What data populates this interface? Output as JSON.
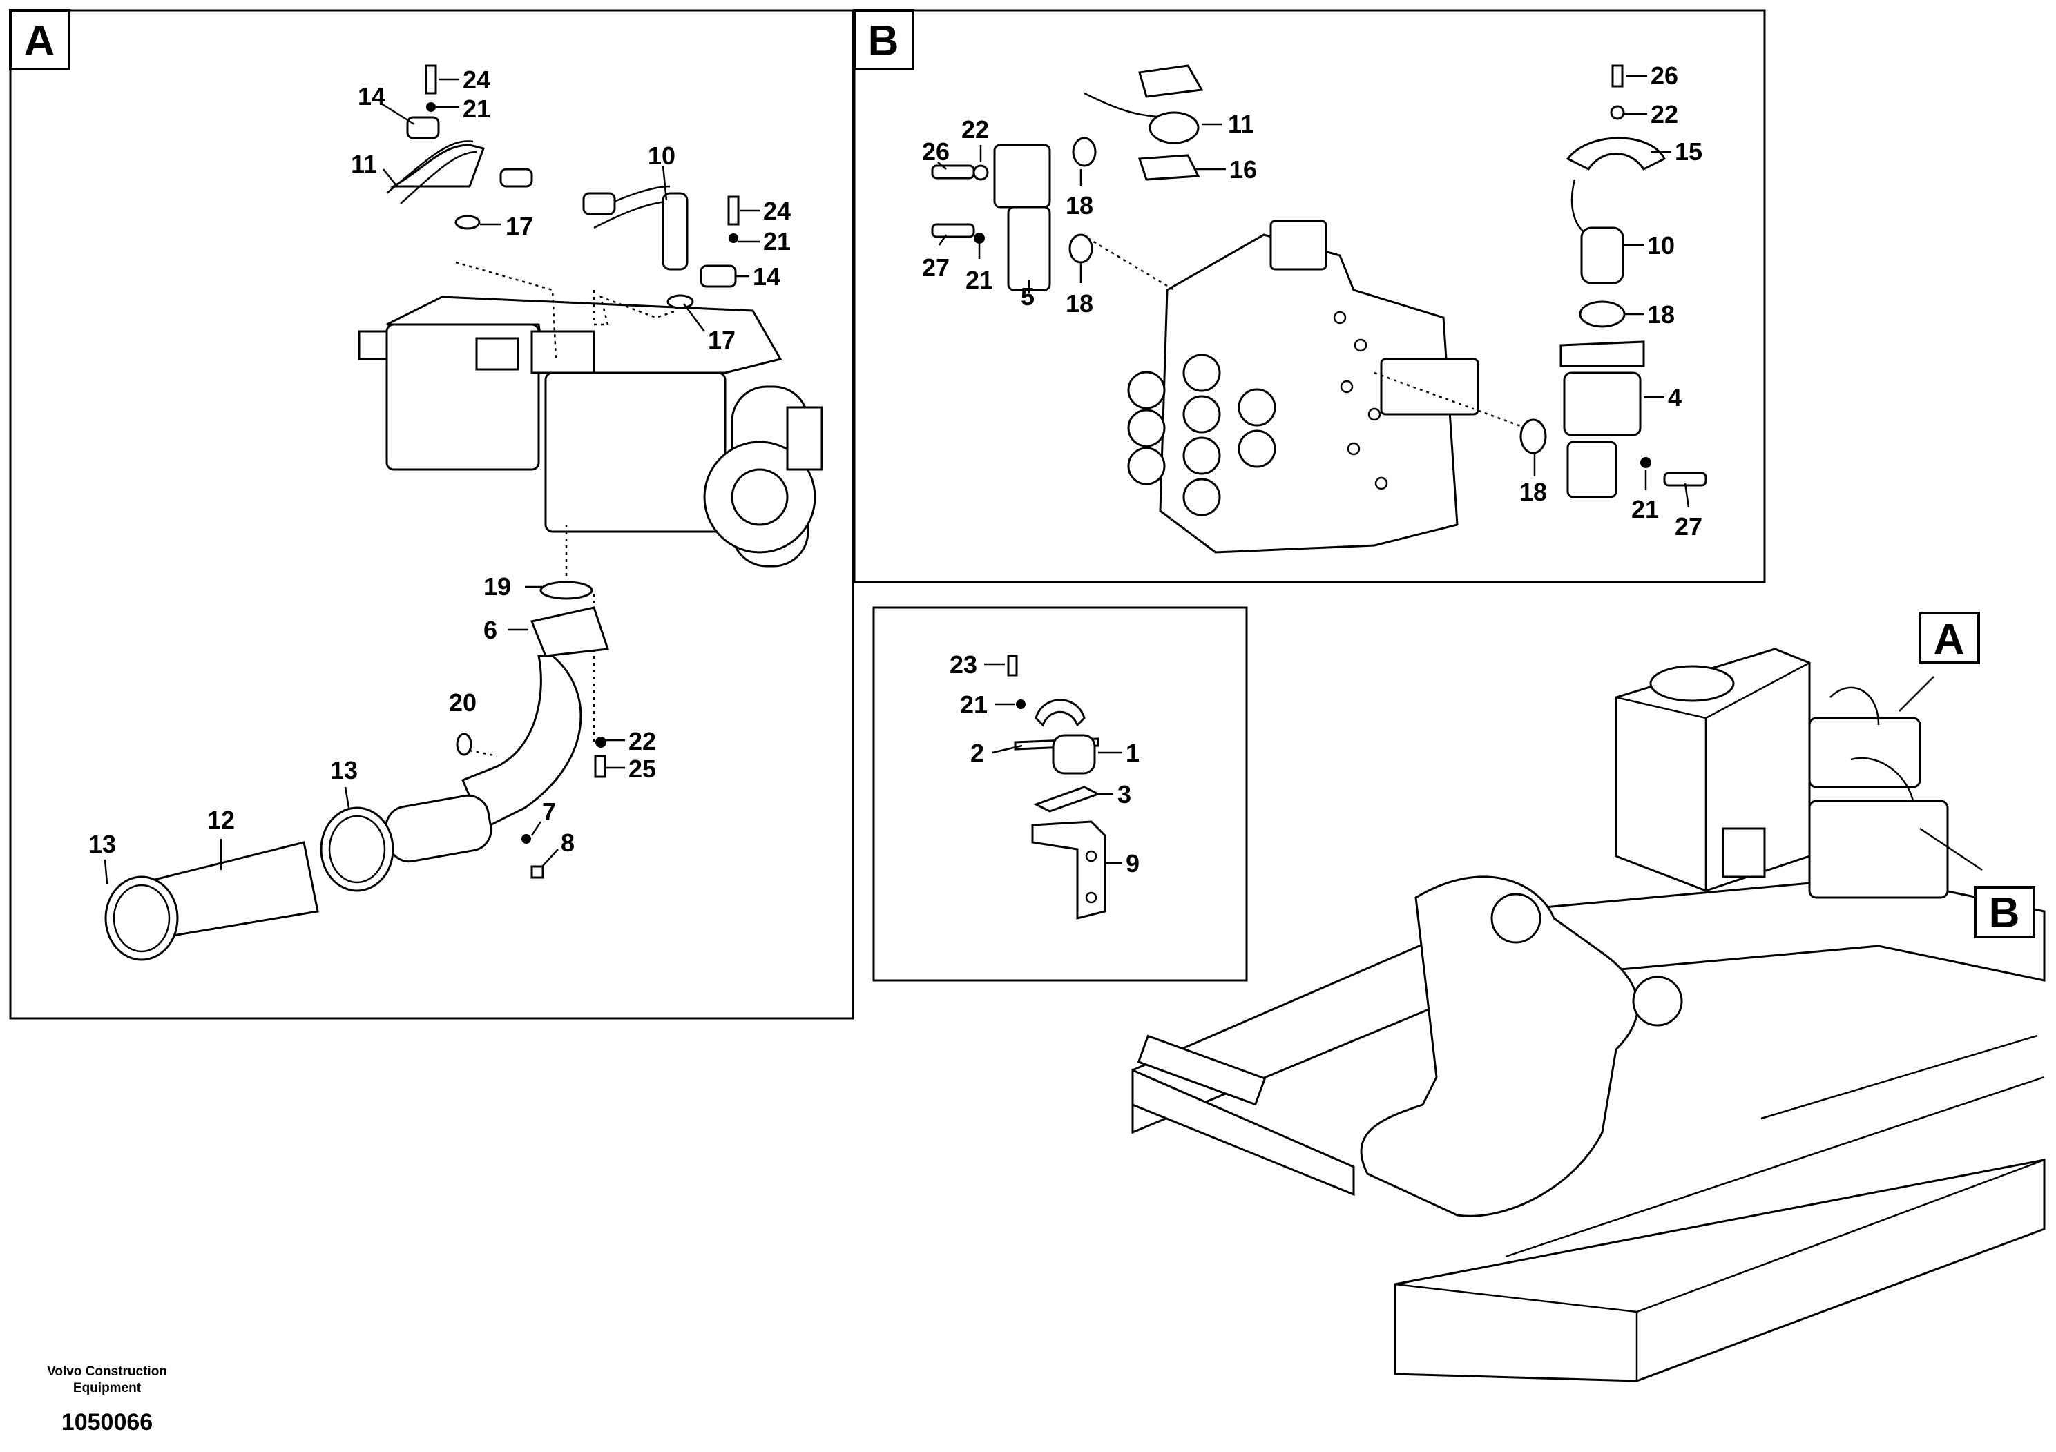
{
  "panels": {
    "a": {
      "tag": "A"
    },
    "b": {
      "tag": "B"
    }
  },
  "callouts": {
    "a": [
      "24",
      "21",
      "14",
      "11",
      "17",
      "10",
      "24",
      "21",
      "14",
      "17",
      "19",
      "6",
      "20",
      "22",
      "25",
      "13",
      "12",
      "13",
      "7",
      "8"
    ],
    "b": [
      "22",
      "26",
      "18",
      "11",
      "16",
      "27",
      "21",
      "5",
      "18",
      "26",
      "22",
      "15",
      "10",
      "18",
      "4",
      "18",
      "21",
      "27"
    ],
    "c": [
      "23",
      "21",
      "2",
      "1",
      "3",
      "9"
    ]
  },
  "overview_tags": {
    "a": "A",
    "b": "B"
  },
  "footer": {
    "company": "Volvo Construction",
    "line2": "Equipment",
    "drawing_number": "1050066"
  }
}
